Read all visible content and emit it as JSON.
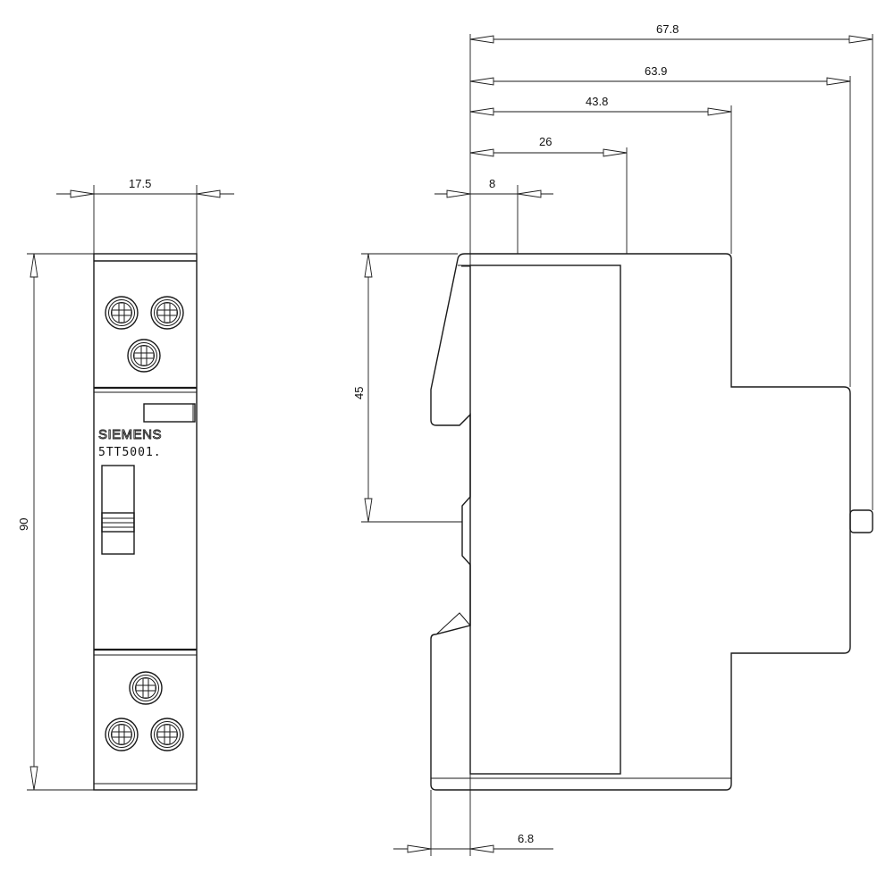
{
  "front_view": {
    "brand": "SIEMENS",
    "model": "5TT5001.",
    "width_label": "17.5",
    "height_label": "90"
  },
  "side_view": {
    "dims_top": [
      "67.8",
      "63.9",
      "43.8",
      "26",
      "8"
    ],
    "height_label": "45",
    "bottom_label": "6.8"
  }
}
